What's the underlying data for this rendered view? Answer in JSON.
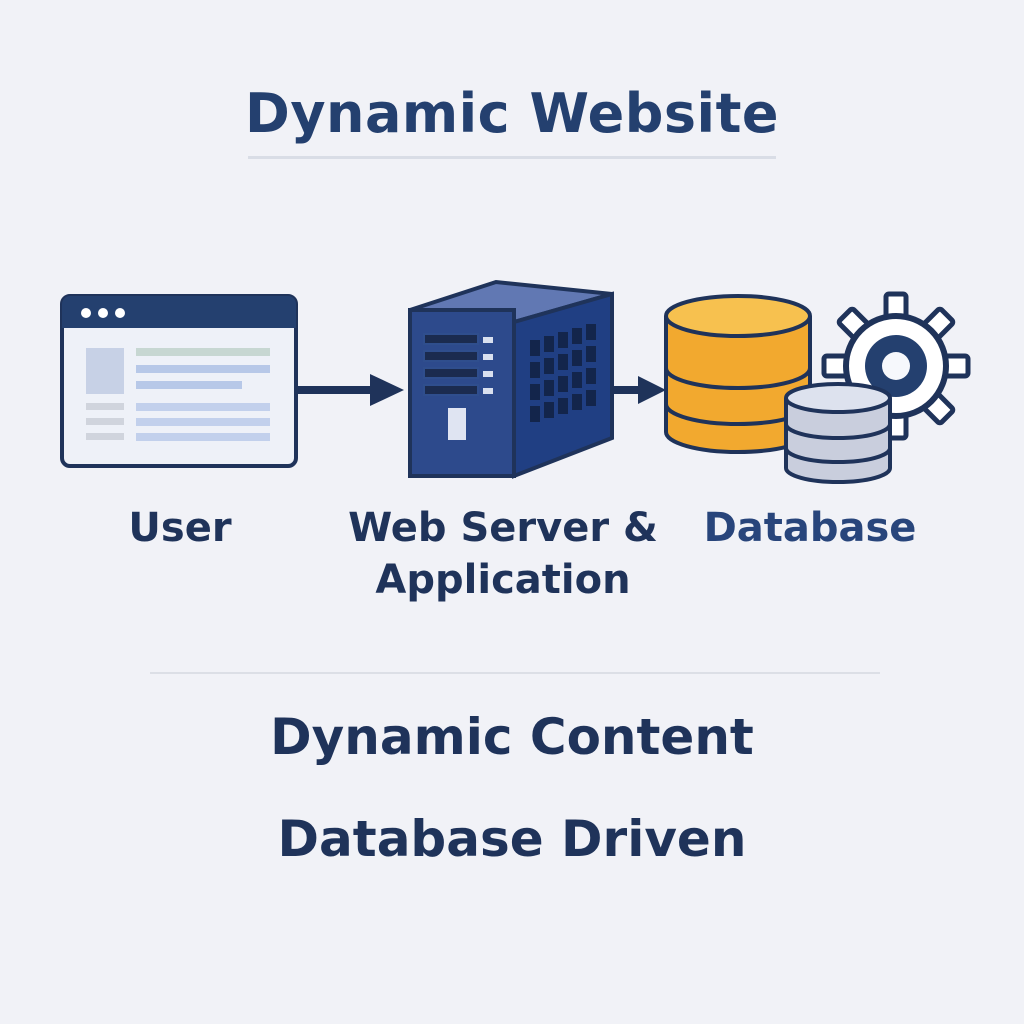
{
  "title": "Dynamic Website",
  "nodes": {
    "user": "User",
    "server": "Web Server &\nApplication",
    "database": "Database"
  },
  "features": [
    "Dynamic Content",
    "Database Driven"
  ],
  "colors": {
    "background": "#f1f2f7",
    "navy": "#1f335a",
    "server_blue": "#2d4a8c",
    "database_orange": "#f5b23d",
    "database_gray": "#c5cad8"
  }
}
